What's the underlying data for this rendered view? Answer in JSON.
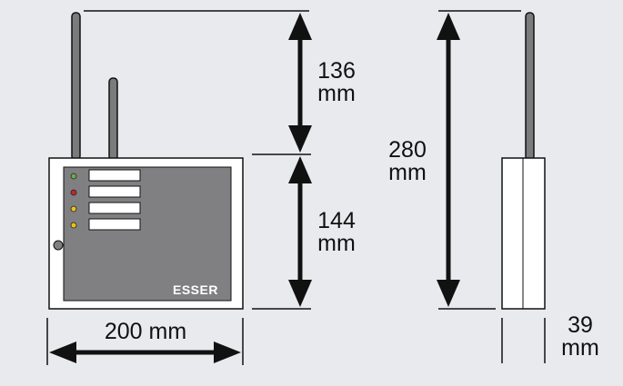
{
  "dimensions": {
    "antenna_height": {
      "value": "136",
      "unit": "mm"
    },
    "housing_height": {
      "value": "144",
      "unit": "mm"
    },
    "total_height": {
      "value": "280",
      "unit": "mm"
    },
    "width": {
      "value": "200",
      "unit": "mm",
      "label": "200 mm"
    },
    "depth": {
      "value": "39",
      "unit": "mm"
    }
  },
  "device": {
    "brand": "ESSER",
    "led_colors": [
      "#6ea94a",
      "#c0272d",
      "#e6c31a",
      "#e6c31a"
    ]
  },
  "colors": {
    "background": "#e9eaee",
    "panel": "#808082",
    "housing": "#ffffff",
    "antenna": "#7a7b7d",
    "line": "#111111"
  }
}
